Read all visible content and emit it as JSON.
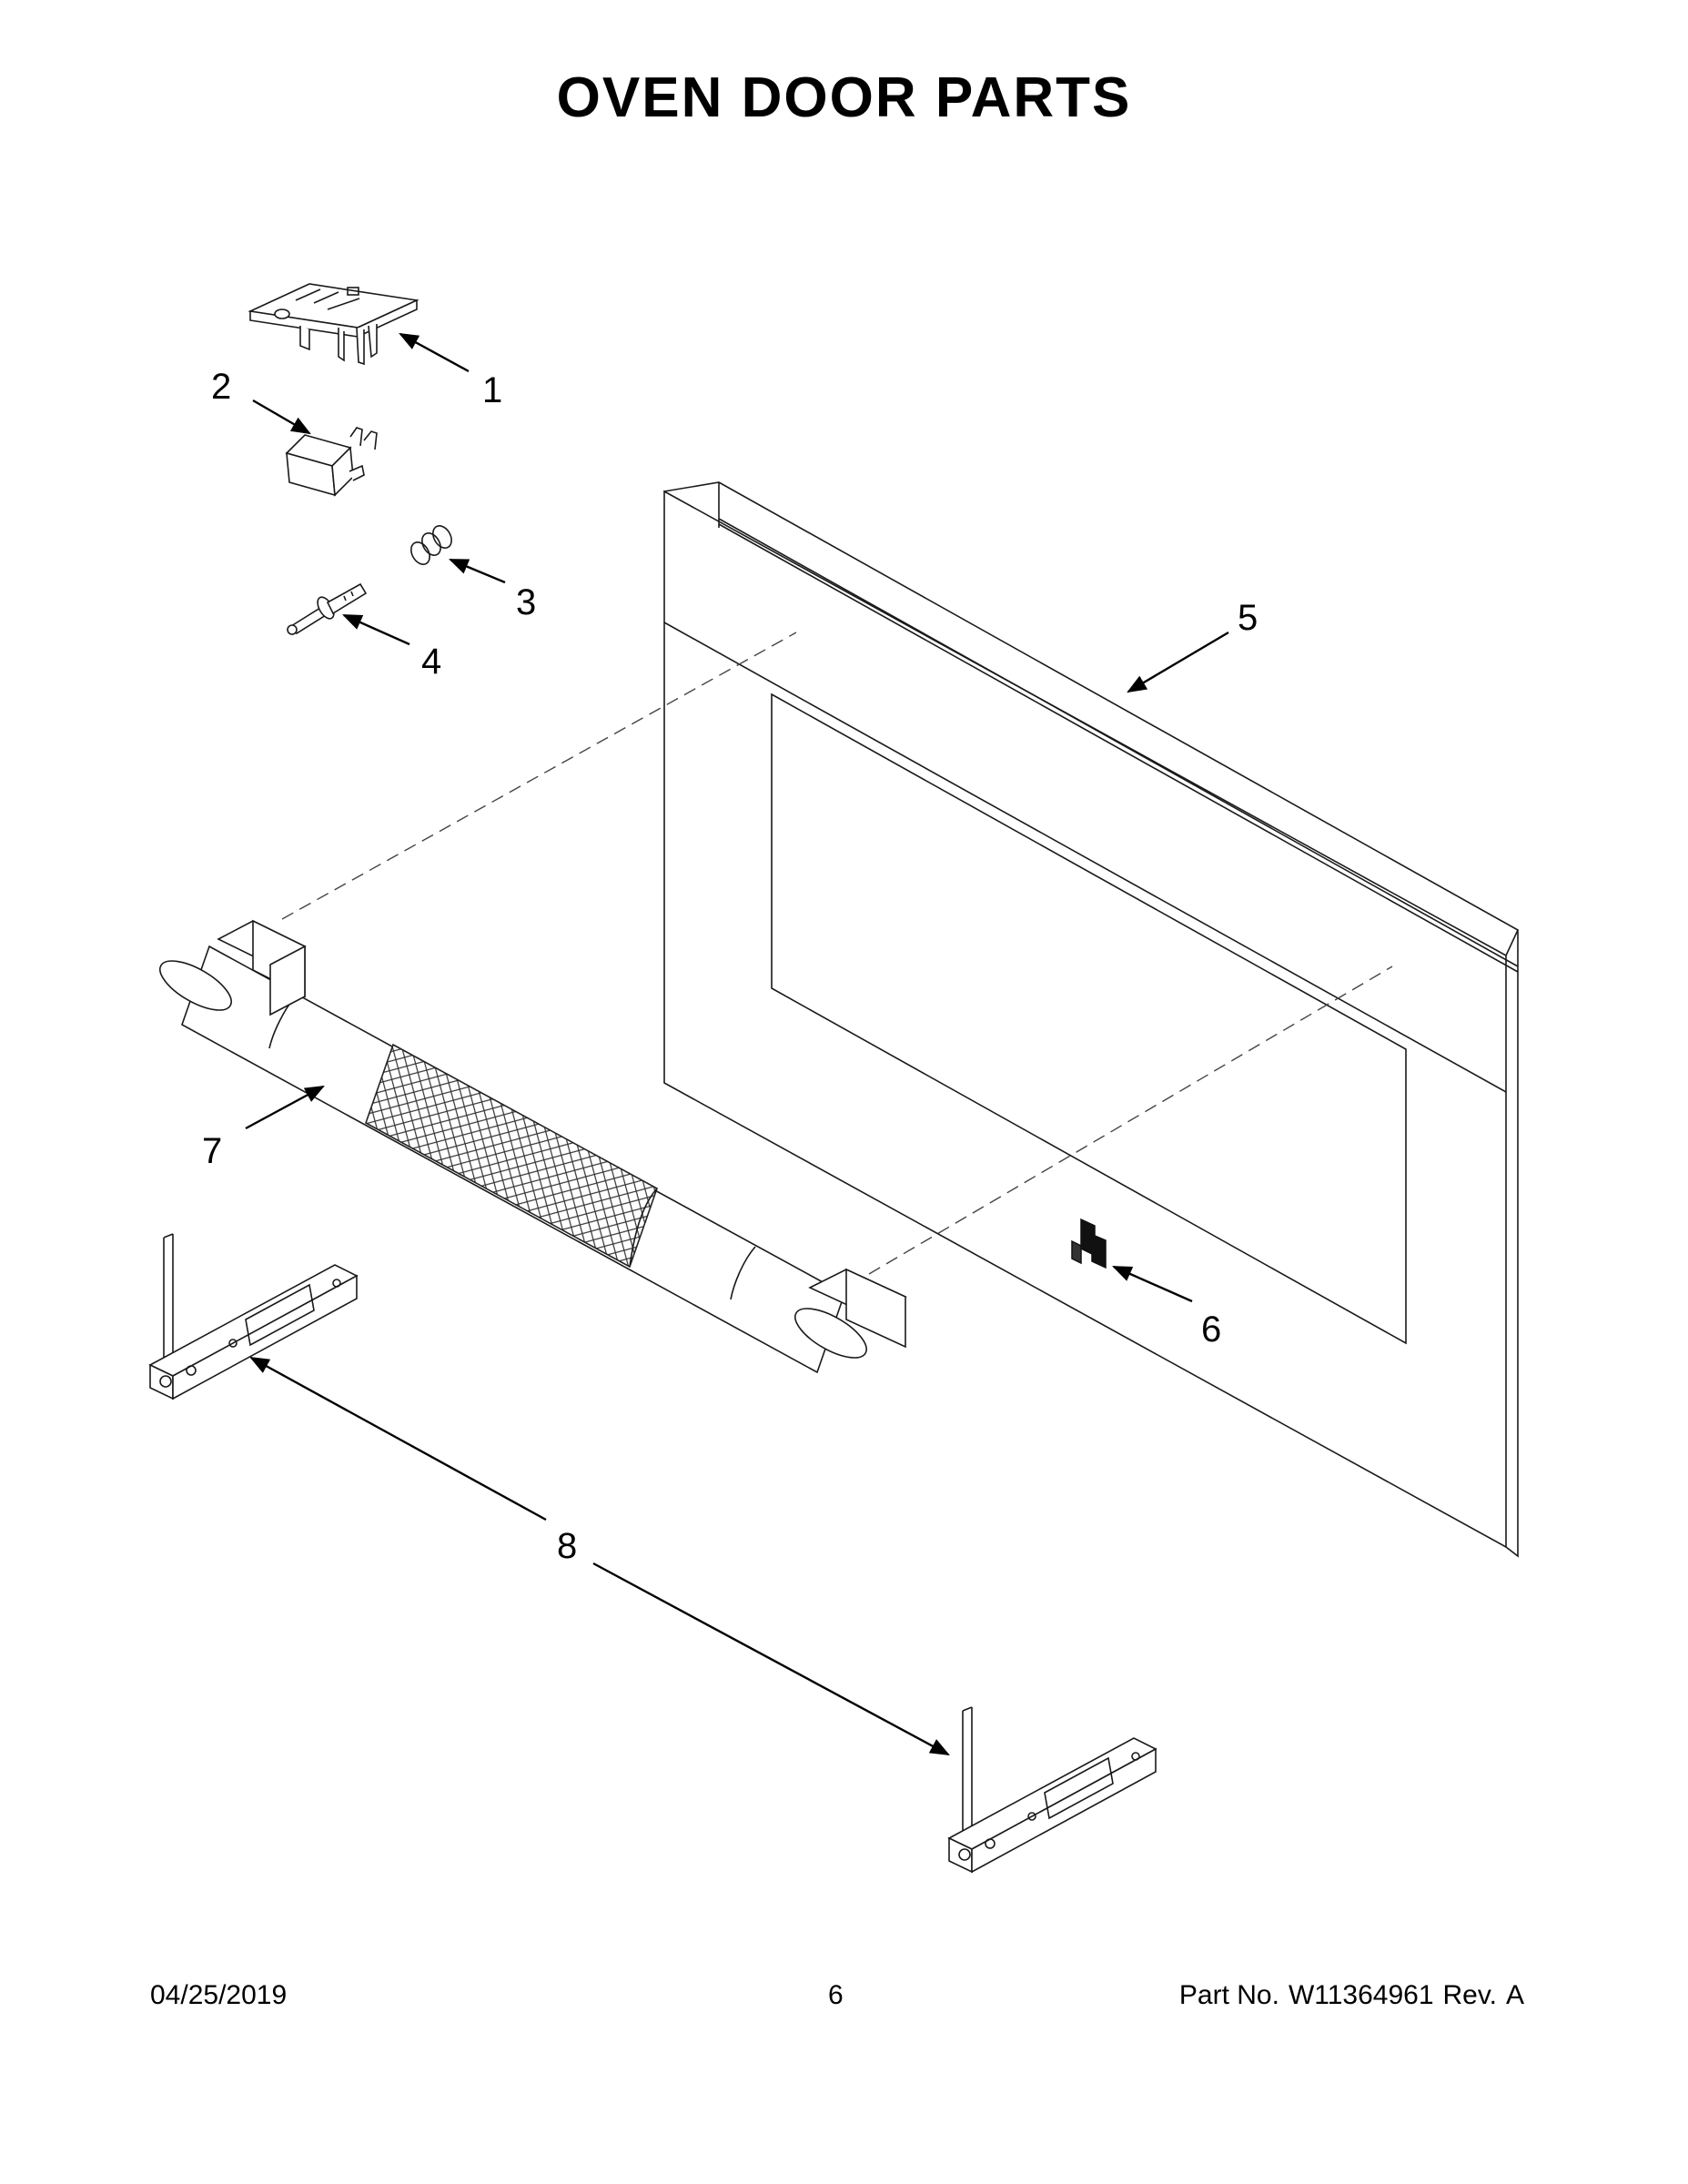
{
  "title": "OVEN DOOR PARTS",
  "callouts": [
    {
      "num": "1",
      "part": "door-latch-bracket-icon"
    },
    {
      "num": "2",
      "part": "door-switch-icon"
    },
    {
      "num": "3",
      "part": "spring-icon"
    },
    {
      "num": "4",
      "part": "plunger-icon"
    },
    {
      "num": "5",
      "part": "oven-door-panel-icon"
    },
    {
      "num": "6",
      "part": "door-clip-icon"
    },
    {
      "num": "7",
      "part": "door-handle-icon"
    },
    {
      "num": "8",
      "part": "door-hinge-icon"
    }
  ],
  "footer": {
    "date": "04/25/2019",
    "page": "6",
    "part_label": "Part No.",
    "part_number": "W11364961",
    "rev_label": "Rev.",
    "rev": "A"
  }
}
